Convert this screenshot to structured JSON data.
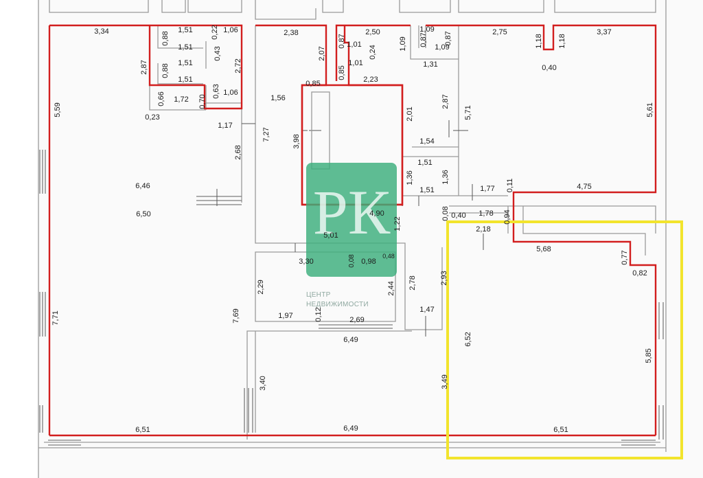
{
  "colors": {
    "background": "#fafafa",
    "wall": "#9a9a9a",
    "highlight_outline": "#d21e1e",
    "selection_box": "#f2e42c",
    "watermark": "#3cae7c"
  },
  "watermark": {
    "logo_letters": "РК",
    "line1": "ЦЕНТР",
    "line2": "НЕДВИЖИМОСТИ"
  },
  "dimensions": [
    {
      "id": "d01",
      "text": "3,34",
      "rot": 0
    },
    {
      "id": "d02",
      "text": "2,87",
      "rot": -90
    },
    {
      "id": "d03",
      "text": "0,88",
      "rot": -90
    },
    {
      "id": "d04",
      "text": "1,51",
      "rot": 0
    },
    {
      "id": "d05",
      "text": "0,22",
      "rot": -90
    },
    {
      "id": "d06",
      "text": "1,06",
      "rot": 0
    },
    {
      "id": "d07",
      "text": "2,38",
      "rot": 0
    },
    {
      "id": "d08",
      "text": "2,50",
      "rot": 0
    },
    {
      "id": "d09",
      "text": "1,09",
      "rot": 0
    },
    {
      "id": "d10",
      "text": "2,75",
      "rot": 0
    },
    {
      "id": "d11",
      "text": "3,37",
      "rot": 0
    },
    {
      "id": "d12",
      "text": "1,51",
      "rot": 0
    },
    {
      "id": "d13",
      "text": "0,43",
      "rot": -90
    },
    {
      "id": "d14",
      "text": "2,72",
      "rot": -90
    },
    {
      "id": "d15",
      "text": "2,07",
      "rot": -90
    },
    {
      "id": "d16",
      "text": "0,87",
      "rot": -90
    },
    {
      "id": "d17",
      "text": "1,01",
      "rot": 0
    },
    {
      "id": "d18",
      "text": "0,24",
      "rot": -90
    },
    {
      "id": "d19",
      "text": "1,09",
      "rot": -90
    },
    {
      "id": "d20",
      "text": "0,87",
      "rot": -90
    },
    {
      "id": "d21",
      "text": "1,09",
      "rot": 0
    },
    {
      "id": "d22",
      "text": "0,87",
      "rot": -90
    },
    {
      "id": "d23",
      "text": "1,18",
      "rot": -90
    },
    {
      "id": "d24",
      "text": "1,18",
      "rot": -90
    },
    {
      "id": "d25",
      "text": "0,88",
      "rot": -90
    },
    {
      "id": "d26",
      "text": "1,51",
      "rot": 0
    },
    {
      "id": "d27",
      "text": "0,85",
      "rot": -90
    },
    {
      "id": "d28",
      "text": "1,01",
      "rot": 0
    },
    {
      "id": "d29",
      "text": "1,31",
      "rot": 0
    },
    {
      "id": "d30",
      "text": "0,40",
      "rot": 0
    },
    {
      "id": "d31",
      "text": "1,51",
      "rot": 0
    },
    {
      "id": "d32",
      "text": "0,85",
      "rot": 0
    },
    {
      "id": "d33",
      "text": "2,23",
      "rot": 0
    },
    {
      "id": "d34",
      "text": "0,63",
      "rot": -90
    },
    {
      "id": "d35",
      "text": "1,06",
      "rot": 0
    },
    {
      "id": "d36",
      "text": "0,66",
      "rot": -90
    },
    {
      "id": "d37",
      "text": "1,72",
      "rot": 0
    },
    {
      "id": "d38",
      "text": "0,70",
      "rot": -90
    },
    {
      "id": "d39",
      "text": "1,56",
      "rot": 0
    },
    {
      "id": "d40",
      "text": "2,87",
      "rot": -90
    },
    {
      "id": "d41",
      "text": "5,59",
      "rot": -90
    },
    {
      "id": "d42",
      "text": "0,23",
      "rot": 0
    },
    {
      "id": "d43",
      "text": "2,01",
      "rot": -90
    },
    {
      "id": "d44",
      "text": "5,71",
      "rot": -90
    },
    {
      "id": "d45",
      "text": "5,61",
      "rot": -90
    },
    {
      "id": "d46",
      "text": "1,17",
      "rot": 0
    },
    {
      "id": "d47",
      "text": "7,27",
      "rot": -90
    },
    {
      "id": "d48",
      "text": "3,98",
      "rot": -90
    },
    {
      "id": "d49",
      "text": "1,54",
      "rot": 0
    },
    {
      "id": "d50",
      "text": "2,68",
      "rot": -90
    },
    {
      "id": "d51",
      "text": "1,51",
      "rot": 0
    },
    {
      "id": "d52",
      "text": "1,36",
      "rot": -90
    },
    {
      "id": "d53",
      "text": "1,36",
      "rot": -90
    },
    {
      "id": "d54",
      "text": "0,11",
      "rot": -90
    },
    {
      "id": "d55",
      "text": "6,46",
      "rot": 0
    },
    {
      "id": "d56",
      "text": "1,51",
      "rot": 0
    },
    {
      "id": "d57",
      "text": "1,77",
      "rot": 0
    },
    {
      "id": "d58",
      "text": "4,75",
      "rot": 0
    },
    {
      "id": "d59",
      "text": "6,50",
      "rot": 0
    },
    {
      "id": "d60",
      "text": "4,90",
      "rot": 0
    },
    {
      "id": "d61",
      "text": "0,08",
      "rot": -90
    },
    {
      "id": "d62",
      "text": "0,40",
      "rot": 0
    },
    {
      "id": "d63",
      "text": "1,78",
      "rot": 0
    },
    {
      "id": "d64",
      "text": "0,94",
      "rot": -90
    },
    {
      "id": "d65",
      "text": "1,22",
      "rot": -90
    },
    {
      "id": "d66",
      "text": "5,01",
      "rot": 0
    },
    {
      "id": "d67",
      "text": "2,18",
      "rot": 0
    },
    {
      "id": "d68",
      "text": "5,68",
      "rot": 0
    },
    {
      "id": "d69",
      "text": "0,77",
      "rot": -90
    },
    {
      "id": "d70",
      "text": "3,30",
      "rot": 0
    },
    {
      "id": "d71",
      "text": "0,08",
      "rot": -90
    },
    {
      "id": "d72",
      "text": "0,98",
      "rot": 0
    },
    {
      "id": "d73",
      "text": "0,48",
      "rot": 0
    },
    {
      "id": "d74",
      "text": "0,82",
      "rot": 0
    },
    {
      "id": "d75",
      "text": "2,29",
      "rot": -90
    },
    {
      "id": "d76",
      "text": "2,44",
      "rot": -90
    },
    {
      "id": "d77",
      "text": "2,78",
      "rot": -90
    },
    {
      "id": "d78",
      "text": "2,93",
      "rot": -90
    },
    {
      "id": "d79",
      "text": "7,71",
      "rot": -90
    },
    {
      "id": "d80",
      "text": "7,69",
      "rot": -90
    },
    {
      "id": "d81",
      "text": "1,97",
      "rot": 0
    },
    {
      "id": "d82",
      "text": "0,12",
      "rot": -90
    },
    {
      "id": "d83",
      "text": "2,69",
      "rot": 0
    },
    {
      "id": "d84",
      "text": "1,47",
      "rot": 0
    },
    {
      "id": "d85",
      "text": "6,49",
      "rot": 0
    },
    {
      "id": "d86",
      "text": "6,52",
      "rot": -90
    },
    {
      "id": "d87",
      "text": "5,85",
      "rot": -90
    },
    {
      "id": "d88",
      "text": "3,40",
      "rot": -90
    },
    {
      "id": "d89",
      "text": "3,49",
      "rot": -90
    },
    {
      "id": "d90",
      "text": "6,51",
      "rot": 0
    },
    {
      "id": "d91",
      "text": "6,49",
      "rot": 0
    },
    {
      "id": "d92",
      "text": "6,51",
      "rot": 0
    }
  ]
}
